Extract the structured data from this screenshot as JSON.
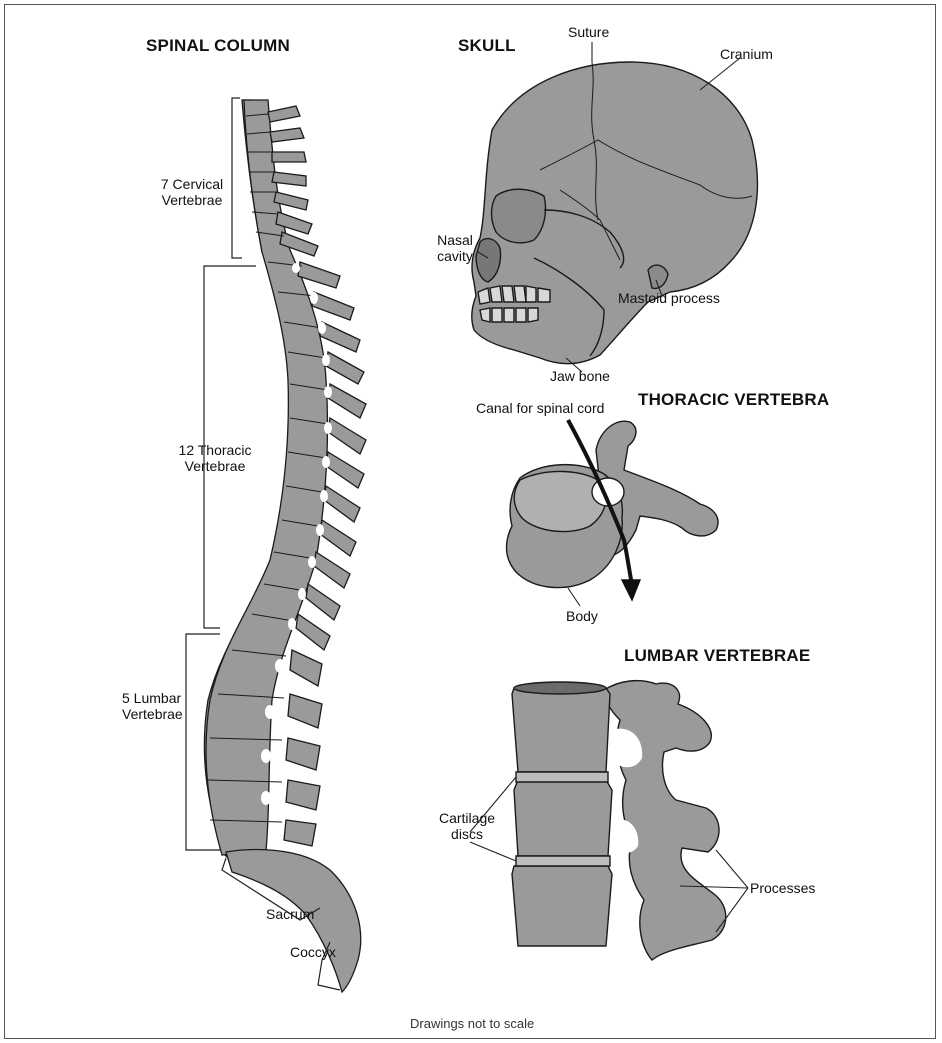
{
  "titles": {
    "spinal_column": "SPINAL COLUMN",
    "skull": "SKULL",
    "thoracic_vertebra": "THORACIC VERTEBRA",
    "lumbar_vertebrae": "LUMBAR VERTEBRAE"
  },
  "spine_labels": {
    "cervical_line1": "7 Cervical",
    "cervical_line2": "Vertebrae",
    "thoracic_line1": "12 Thoracic",
    "thoracic_line2": "Vertebrae",
    "lumbar_line1": "5 Lumbar",
    "lumbar_line2": "Vertebrae",
    "sacrum": "Sacrum",
    "coccyx": "Coccyx"
  },
  "skull_labels": {
    "suture": "Suture",
    "cranium": "Cranium",
    "nasal_line1": "Nasal",
    "nasal_line2": "cavity",
    "mastoid": "Mastoid process",
    "jaw": "Jaw bone"
  },
  "thoracic_labels": {
    "canal": "Canal for spinal cord",
    "body": "Body"
  },
  "lumbar_labels": {
    "cartilage_line1": "Cartilage",
    "cartilage_line2": "discs",
    "processes": "Processes"
  },
  "footer": "Drawings not to scale",
  "colors": {
    "bone_fill": "#9a9a9a",
    "bone_stroke": "#1a1a1a",
    "line": "#222222"
  }
}
